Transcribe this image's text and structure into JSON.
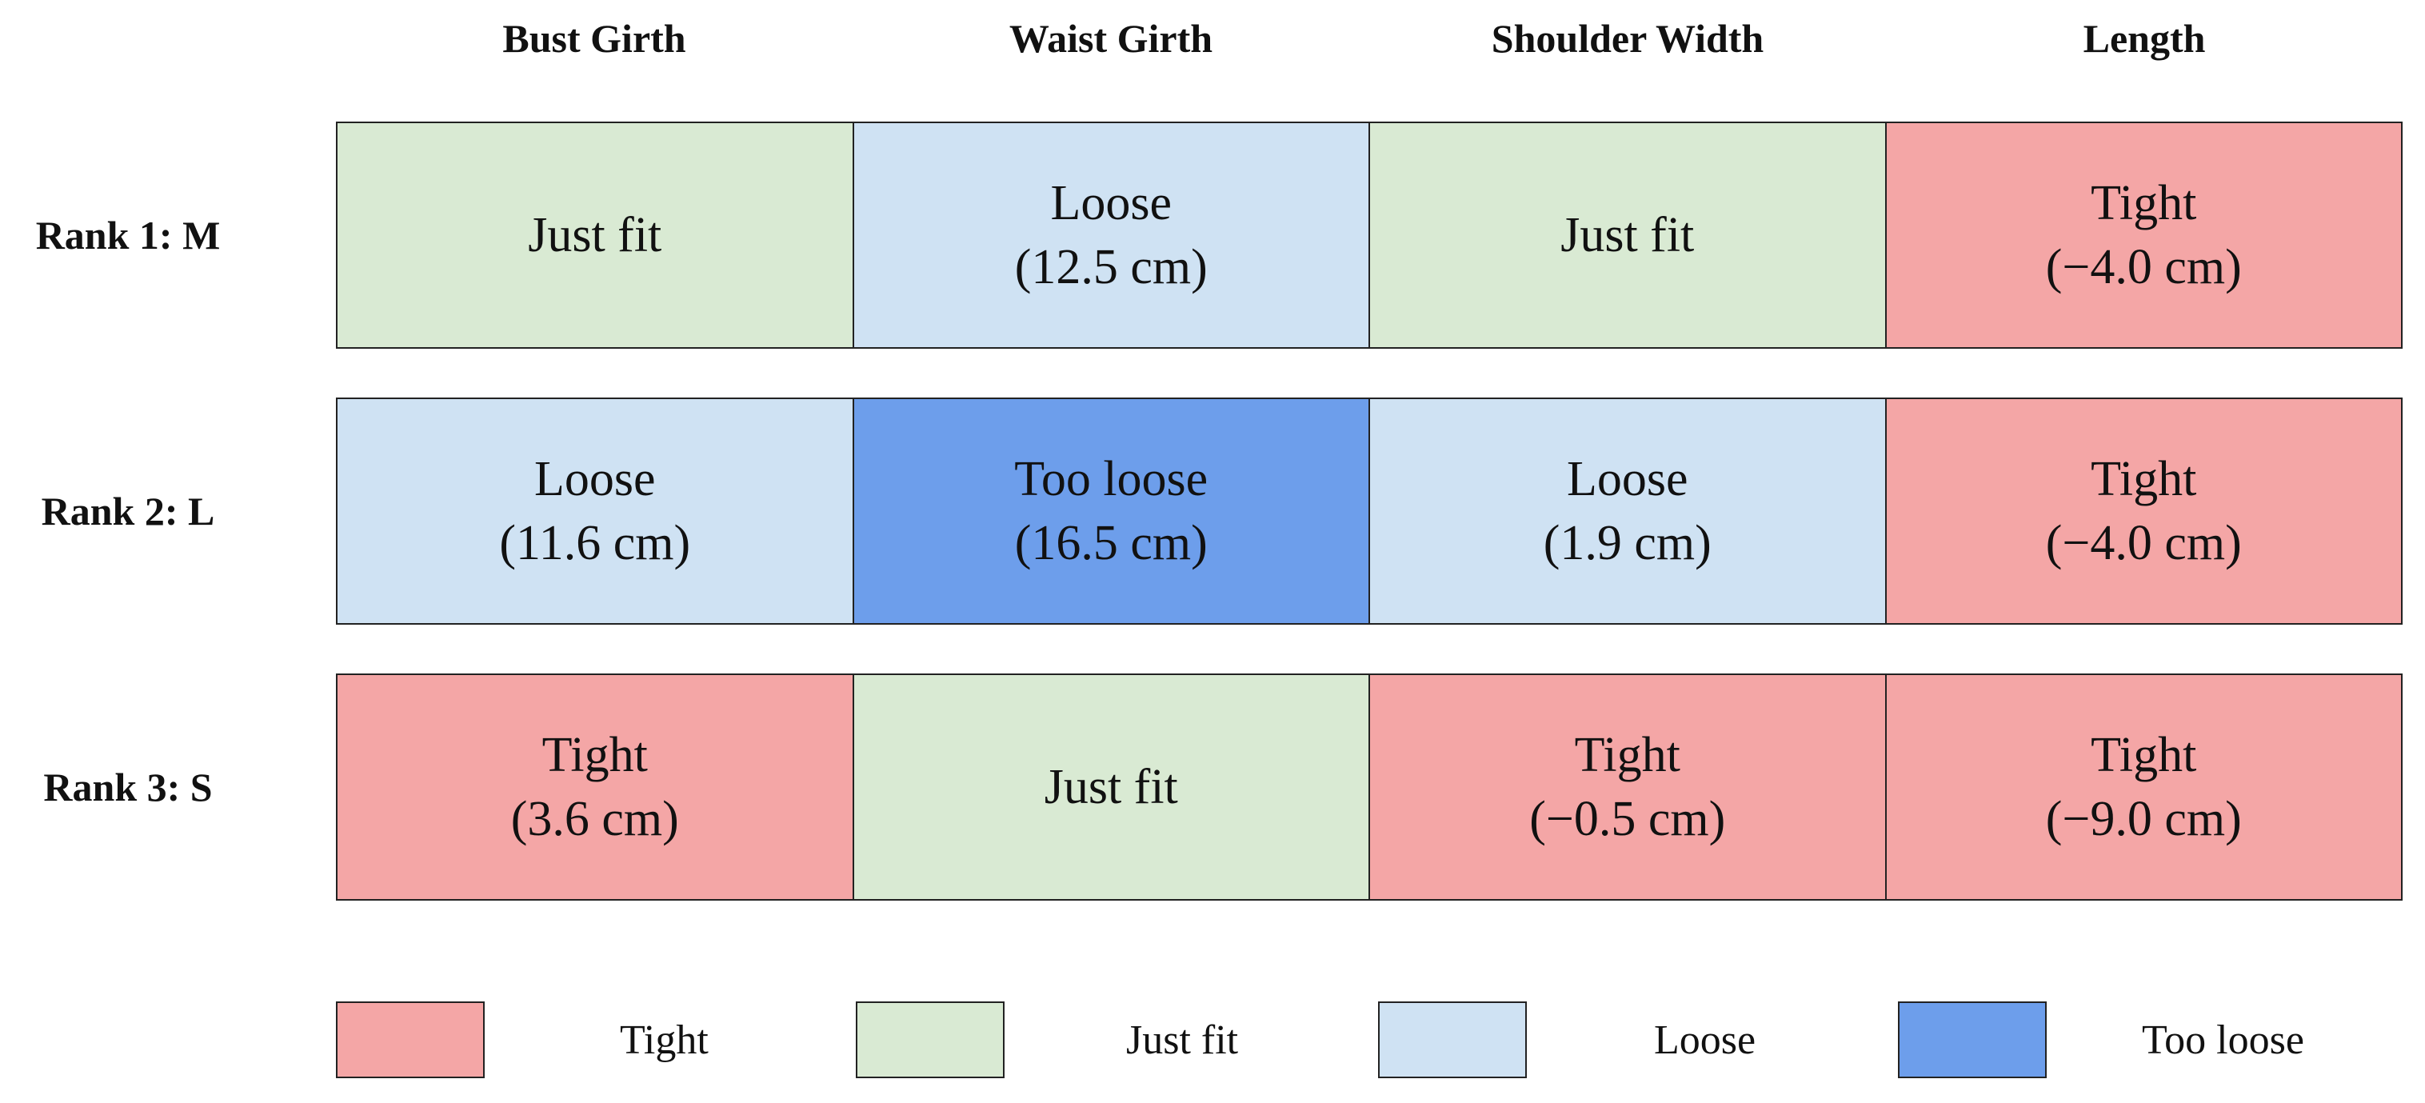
{
  "colors": {
    "tight": "#f4a6a6",
    "just_fit": "#d9ead3",
    "loose": "#cfe2f3",
    "too_loose": "#6d9eeb"
  },
  "columns": [
    "Bust Girth",
    "Waist Girth",
    "Shoulder Width",
    "Length"
  ],
  "rows": [
    {
      "label": "Rank 1: M",
      "cells": [
        {
          "status": "just_fit",
          "line1": "Just fit",
          "line2": ""
        },
        {
          "status": "loose",
          "line1": "Loose",
          "line2": "(12.5 cm)"
        },
        {
          "status": "just_fit",
          "line1": "Just fit",
          "line2": ""
        },
        {
          "status": "tight",
          "line1": "Tight",
          "line2": "(−4.0 cm)"
        }
      ]
    },
    {
      "label": "Rank 2: L",
      "cells": [
        {
          "status": "loose",
          "line1": "Loose",
          "line2": "(11.6 cm)"
        },
        {
          "status": "too_loose",
          "line1": "Too loose",
          "line2": "(16.5 cm)"
        },
        {
          "status": "loose",
          "line1": "Loose",
          "line2": "(1.9 cm)"
        },
        {
          "status": "tight",
          "line1": "Tight",
          "line2": "(−4.0 cm)"
        }
      ]
    },
    {
      "label": "Rank 3: S",
      "cells": [
        {
          "status": "tight",
          "line1": "Tight",
          "line2": "(3.6 cm)"
        },
        {
          "status": "just_fit",
          "line1": "Just fit",
          "line2": ""
        },
        {
          "status": "tight",
          "line1": "Tight",
          "line2": "(−0.5 cm)"
        },
        {
          "status": "tight",
          "line1": "Tight",
          "line2": "(−9.0 cm)"
        }
      ]
    }
  ],
  "legend": [
    {
      "status": "tight",
      "label": "Tight"
    },
    {
      "status": "just_fit",
      "label": "Just fit"
    },
    {
      "status": "loose",
      "label": "Loose"
    },
    {
      "status": "too_loose",
      "label": "Too loose"
    }
  ]
}
